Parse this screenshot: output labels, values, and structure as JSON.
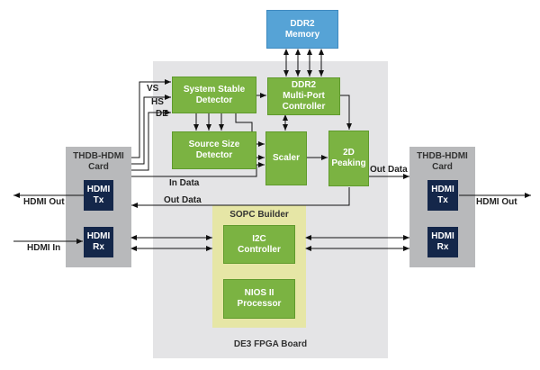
{
  "colors": {
    "green": "#7bb342",
    "blue": "#56a3d6",
    "navy": "#14274a",
    "board_gray": "#e4e4e6",
    "card_gray": "#b8b9bb",
    "sopc_yellow": "#e6e6a6"
  },
  "blocks": {
    "ddr2_memory": "DDR2\nMemory",
    "ddr2_controller": "DDR2\nMulti-Port\nController",
    "stable_detector": "System Stable\nDetector",
    "size_detector": "Source Size\nDetector",
    "scaler": "Scaler",
    "peaking": "2D\nPeaking",
    "i2c": "I2C\nController",
    "nios": "NIOS II\nProcessor",
    "left_card_title": "THDB-HDMI\nCard",
    "right_card_title": "THDB-HDMI\nCard",
    "left_tx": "HDMI\nTx",
    "left_rx": "HDMI\nRx",
    "right_tx": "HDMI\nTx",
    "right_rx": "HDMI\nRx",
    "sopc_title": "SOPC Builder",
    "board_title": "DE3 FPGA Board"
  },
  "labels": {
    "vs": "VS",
    "hs": "HS",
    "de": "DE",
    "in_data": "In Data",
    "out_data_left": "Out Data",
    "out_data_right": "Out Data",
    "hdmi_out_left": "HDMI Out",
    "hdmi_in_left": "HDMI In",
    "hdmi_out_right": "HDMI Out"
  }
}
